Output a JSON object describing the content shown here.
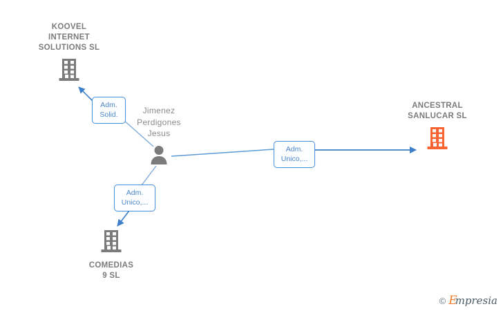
{
  "diagram": {
    "type": "entity-relationship-graph",
    "title": "",
    "background_color": "#ffffff",
    "colors": {
      "company_gray": "#7b7b7b",
      "company_orange": "#fa6432",
      "person_gray": "#8a8a8a",
      "edge_blue": "#4a90d9",
      "label_text_blue": "#4a86c8"
    },
    "nodes": [
      {
        "id": "koovel",
        "label": "KOOVEL\nINTERNET\nSOLUTIONS SL",
        "kind": "company",
        "icon": "building-icon",
        "icon_color": "#7b7b7b",
        "label_position": "above"
      },
      {
        "id": "person",
        "label": "Jimenez\nPerdigones\nJesus",
        "kind": "person",
        "icon": "person-icon",
        "icon_color": "#8a8a8a",
        "label_position": "above"
      },
      {
        "id": "ancestral",
        "label": "ANCESTRAL\nSANLUCAR SL",
        "kind": "company",
        "icon": "building-icon",
        "icon_color": "#fa6432",
        "label_position": "above"
      },
      {
        "id": "comedias",
        "label": "COMEDIAS\n9  SL",
        "kind": "company",
        "icon": "building-icon",
        "icon_color": "#7b7b7b",
        "label_position": "below"
      }
    ],
    "edges": [
      {
        "id": "edge-koovel",
        "from": "person",
        "to": "koovel",
        "label": "Adm.\nSolid.",
        "direction": "to-target"
      },
      {
        "id": "edge-ancestral",
        "from": "person",
        "to": "ancestral",
        "label": "Adm.\nUnico,...",
        "direction": "to-target"
      },
      {
        "id": "edge-comedias",
        "from": "person",
        "to": "comedias",
        "label": "Adm.\nUnico,...",
        "direction": "to-target"
      }
    ]
  },
  "watermark": {
    "copyright": "©",
    "brand_initial": "E",
    "brand_rest": "mpresia"
  }
}
